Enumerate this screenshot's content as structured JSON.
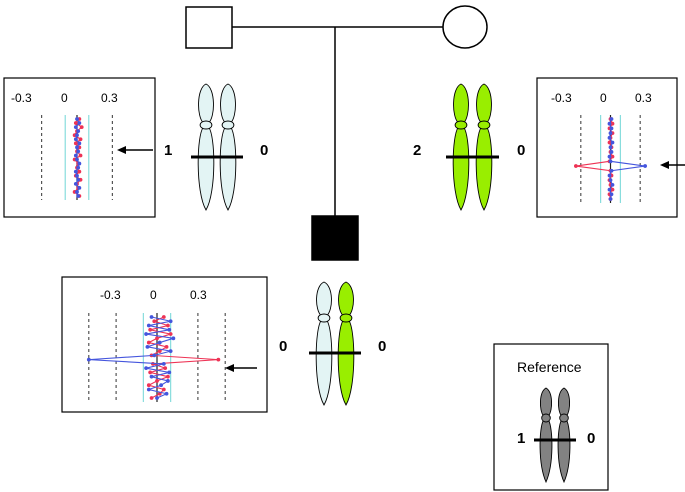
{
  "colors": {
    "paternal_chromosome": "#e3f4f4",
    "maternal_chromosome": "#99ee00",
    "reference_chromosome": "#828282",
    "series_red": "#ee3355",
    "series_blue": "#4455dd",
    "guide_line": "#88dddd",
    "affected_fill": "#000000"
  },
  "pedigree": {
    "father": {
      "shape": "square",
      "affected": false
    },
    "mother": {
      "shape": "circle",
      "affected": false
    },
    "child": {
      "shape": "square",
      "affected": true
    }
  },
  "copy_numbers": {
    "father": {
      "left": "1",
      "right": "0"
    },
    "mother": {
      "left": "2",
      "right": "0"
    },
    "child": {
      "left": "0",
      "right": "0"
    }
  },
  "reference": {
    "title": "Reference",
    "left": "1",
    "right": "0"
  },
  "chart_data": [
    {
      "type": "line",
      "panel": "father",
      "x_ticks": [
        "-0.3",
        "0",
        "0.3"
      ],
      "xlim": [
        -0.45,
        0.45
      ],
      "grid": false,
      "arrow": "right",
      "series": [
        {
          "color": "#ee3355",
          "x": [
            0.02,
            -0.01,
            0.04,
            0.0,
            -0.02,
            0.03,
            -0.01,
            0.02,
            0.0,
            0.03,
            -0.02,
            0.01,
            0.0,
            0.02,
            -0.01,
            0.03,
            0.0,
            0.01,
            -0.02,
            0.02
          ]
        },
        {
          "color": "#4455dd",
          "x": [
            0.0,
            0.02,
            -0.01,
            0.01,
            0.0,
            -0.01,
            0.02,
            0.0,
            0.01,
            -0.01,
            0.0,
            0.02,
            0.01,
            -0.01,
            0.0,
            0.01,
            -0.01,
            0.02,
            0.0,
            0.01
          ]
        }
      ]
    },
    {
      "type": "line",
      "panel": "mother",
      "x_ticks": [
        "-0.3",
        "0",
        "0.3"
      ],
      "xlim": [
        -0.45,
        0.45
      ],
      "grid": false,
      "arrow": "right",
      "series": [
        {
          "color": "#ee3355",
          "x": [
            0.0,
            0.02,
            -0.01,
            0.02,
            0.0,
            -0.01,
            0.01,
            0.0,
            0.02,
            -0.01,
            -0.35,
            0.0,
            0.01,
            -0.01,
            0.0,
            0.02,
            -0.01,
            0.0
          ]
        },
        {
          "color": "#4455dd",
          "x": [
            0.01,
            -0.01,
            0.01,
            0.0,
            -0.01,
            0.02,
            0.0,
            0.01,
            -0.01,
            0.0,
            0.35,
            0.01,
            -0.01,
            0.0,
            0.02,
            -0.01,
            0.01,
            0.0
          ]
        }
      ]
    },
    {
      "type": "line",
      "panel": "child",
      "x_ticks": [
        "-0.3",
        "0",
        "0.3"
      ],
      "xlim": [
        -0.55,
        0.55
      ],
      "grid": false,
      "arrow": "right",
      "series": [
        {
          "color": "#ee3355",
          "x": [
            0.05,
            -0.02,
            0.08,
            -0.05,
            0.1,
            0.0,
            -0.06,
            0.07,
            0.02,
            -0.04,
            0.45,
            -0.03,
            0.06,
            -0.05,
            0.08,
            0.0,
            -0.06,
            0.05,
            0.02,
            -0.04
          ]
        },
        {
          "color": "#4455dd",
          "x": [
            -0.04,
            0.1,
            -0.06,
            0.09,
            -0.08,
            0.12,
            0.02,
            -0.07,
            0.1,
            -0.02,
            -0.5,
            0.05,
            -0.08,
            0.09,
            -0.04,
            0.08,
            0.03,
            -0.06,
            0.07,
            0.0
          ]
        }
      ]
    }
  ]
}
